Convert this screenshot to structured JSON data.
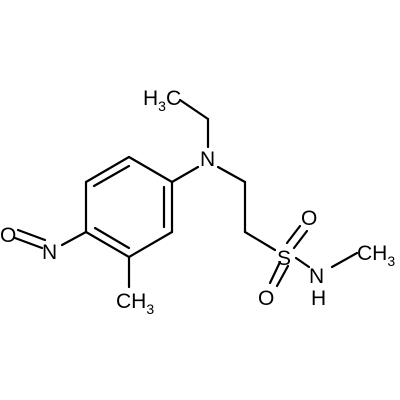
{
  "molecule": {
    "atoms": {
      "methyl_top": {
        "main": "H",
        "sub": "3",
        "tail": "C"
      },
      "amine_n": {
        "label": "N"
      },
      "oxygen_nitroso": {
        "label": "O"
      },
      "nitroso_n": {
        "label": "N"
      },
      "sulfur": {
        "label": "S"
      },
      "oxygen_s_top": {
        "label": "O"
      },
      "oxygen_s_bottom": {
        "label": "O"
      },
      "sulfonamide_n": {
        "label": "N"
      },
      "sulfonamide_h": {
        "label": "H"
      },
      "ring_methyl": {
        "main": "CH",
        "sub": "3"
      },
      "methyl_right": {
        "main": "CH",
        "sub": "3"
      }
    }
  }
}
